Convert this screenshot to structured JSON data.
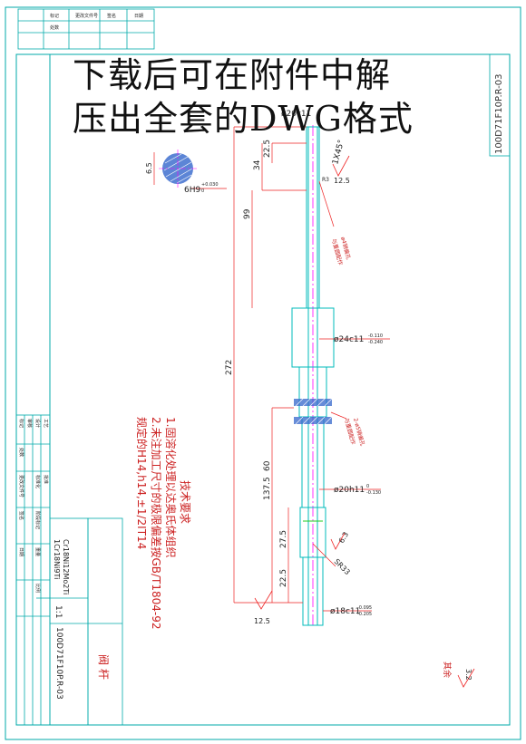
{
  "banner": {
    "line1": "下载后可在附件中解",
    "line2": "压出全套的DWG格式"
  },
  "drawing": {
    "drawing_number": "100D71F10P.R-03",
    "drawing_number_bottom": "100D71F10P.R-03",
    "part_name": "阀 杆",
    "scale": "1:1",
    "material_1": "1Cr18Ni9Ti",
    "material_2": "Cr18Ni12Mo2Ti",
    "roughness_rest_label": "其余",
    "roughness_rest_value": "3.2",
    "tech_title": "技术要求",
    "tech_1": "1.固溶化处理以达奥氏体组织",
    "tech_2": "2.未注加工尺寸的极限偏差按GB/T1804-92",
    "tech_3": "规定的H14,h14,±1/2IT14",
    "dims": {
      "top_dia": "ø20c11",
      "d22_5_top": "22.5",
      "d34": "34",
      "chamfer": "1X45°",
      "ra_12_5_top": "12.5",
      "d99": "99",
      "d272": "272",
      "d60": "60",
      "d137_5": "137.5",
      "d27_5": "27.5",
      "d22_5_bottom": "22.5",
      "ra_6_3": "6.3",
      "sr33": "SR33",
      "ra_12_5_bottom": "12.5",
      "d24": "ø24c11",
      "d24_tol_up": "-0.110",
      "d24_tol_dn": "-0.240",
      "d20h11": "ø20h11",
      "d20_tol_up": "0",
      "d20_tol_dn": "-0.130",
      "d18": "ø18c11",
      "d18_tol_up": "-0.095",
      "d18_tol_dn": "-0.205",
      "key_6h9": "6H9",
      "key_tol_up": "+0.030",
      "key_tol_dn": "0",
      "sec_6_5": "6.5",
      "r3": "R3",
      "note_hole_1": "ø4销偏孔",
      "note_hole_1b": "与重圆配作",
      "note_hole_2": "2-ø5销偏孔",
      "note_hole_2b": "与重圆配作"
    },
    "title_block": {
      "r1": [
        "标记",
        "处数",
        "更改文件号",
        "签名",
        "日期"
      ],
      "r2": [
        "设计",
        "",
        "标准化",
        "阶段标记",
        "重量",
        "比例"
      ],
      "r3": [
        "审核",
        "",
        "",
        "",
        "",
        ""
      ],
      "r4": [
        "工艺",
        "",
        "批准",
        "共",
        "张",
        "第",
        "张"
      ]
    },
    "top_rev_block": [
      "标记",
      "处数",
      "更改文件号",
      "签名",
      "日期"
    ]
  }
}
